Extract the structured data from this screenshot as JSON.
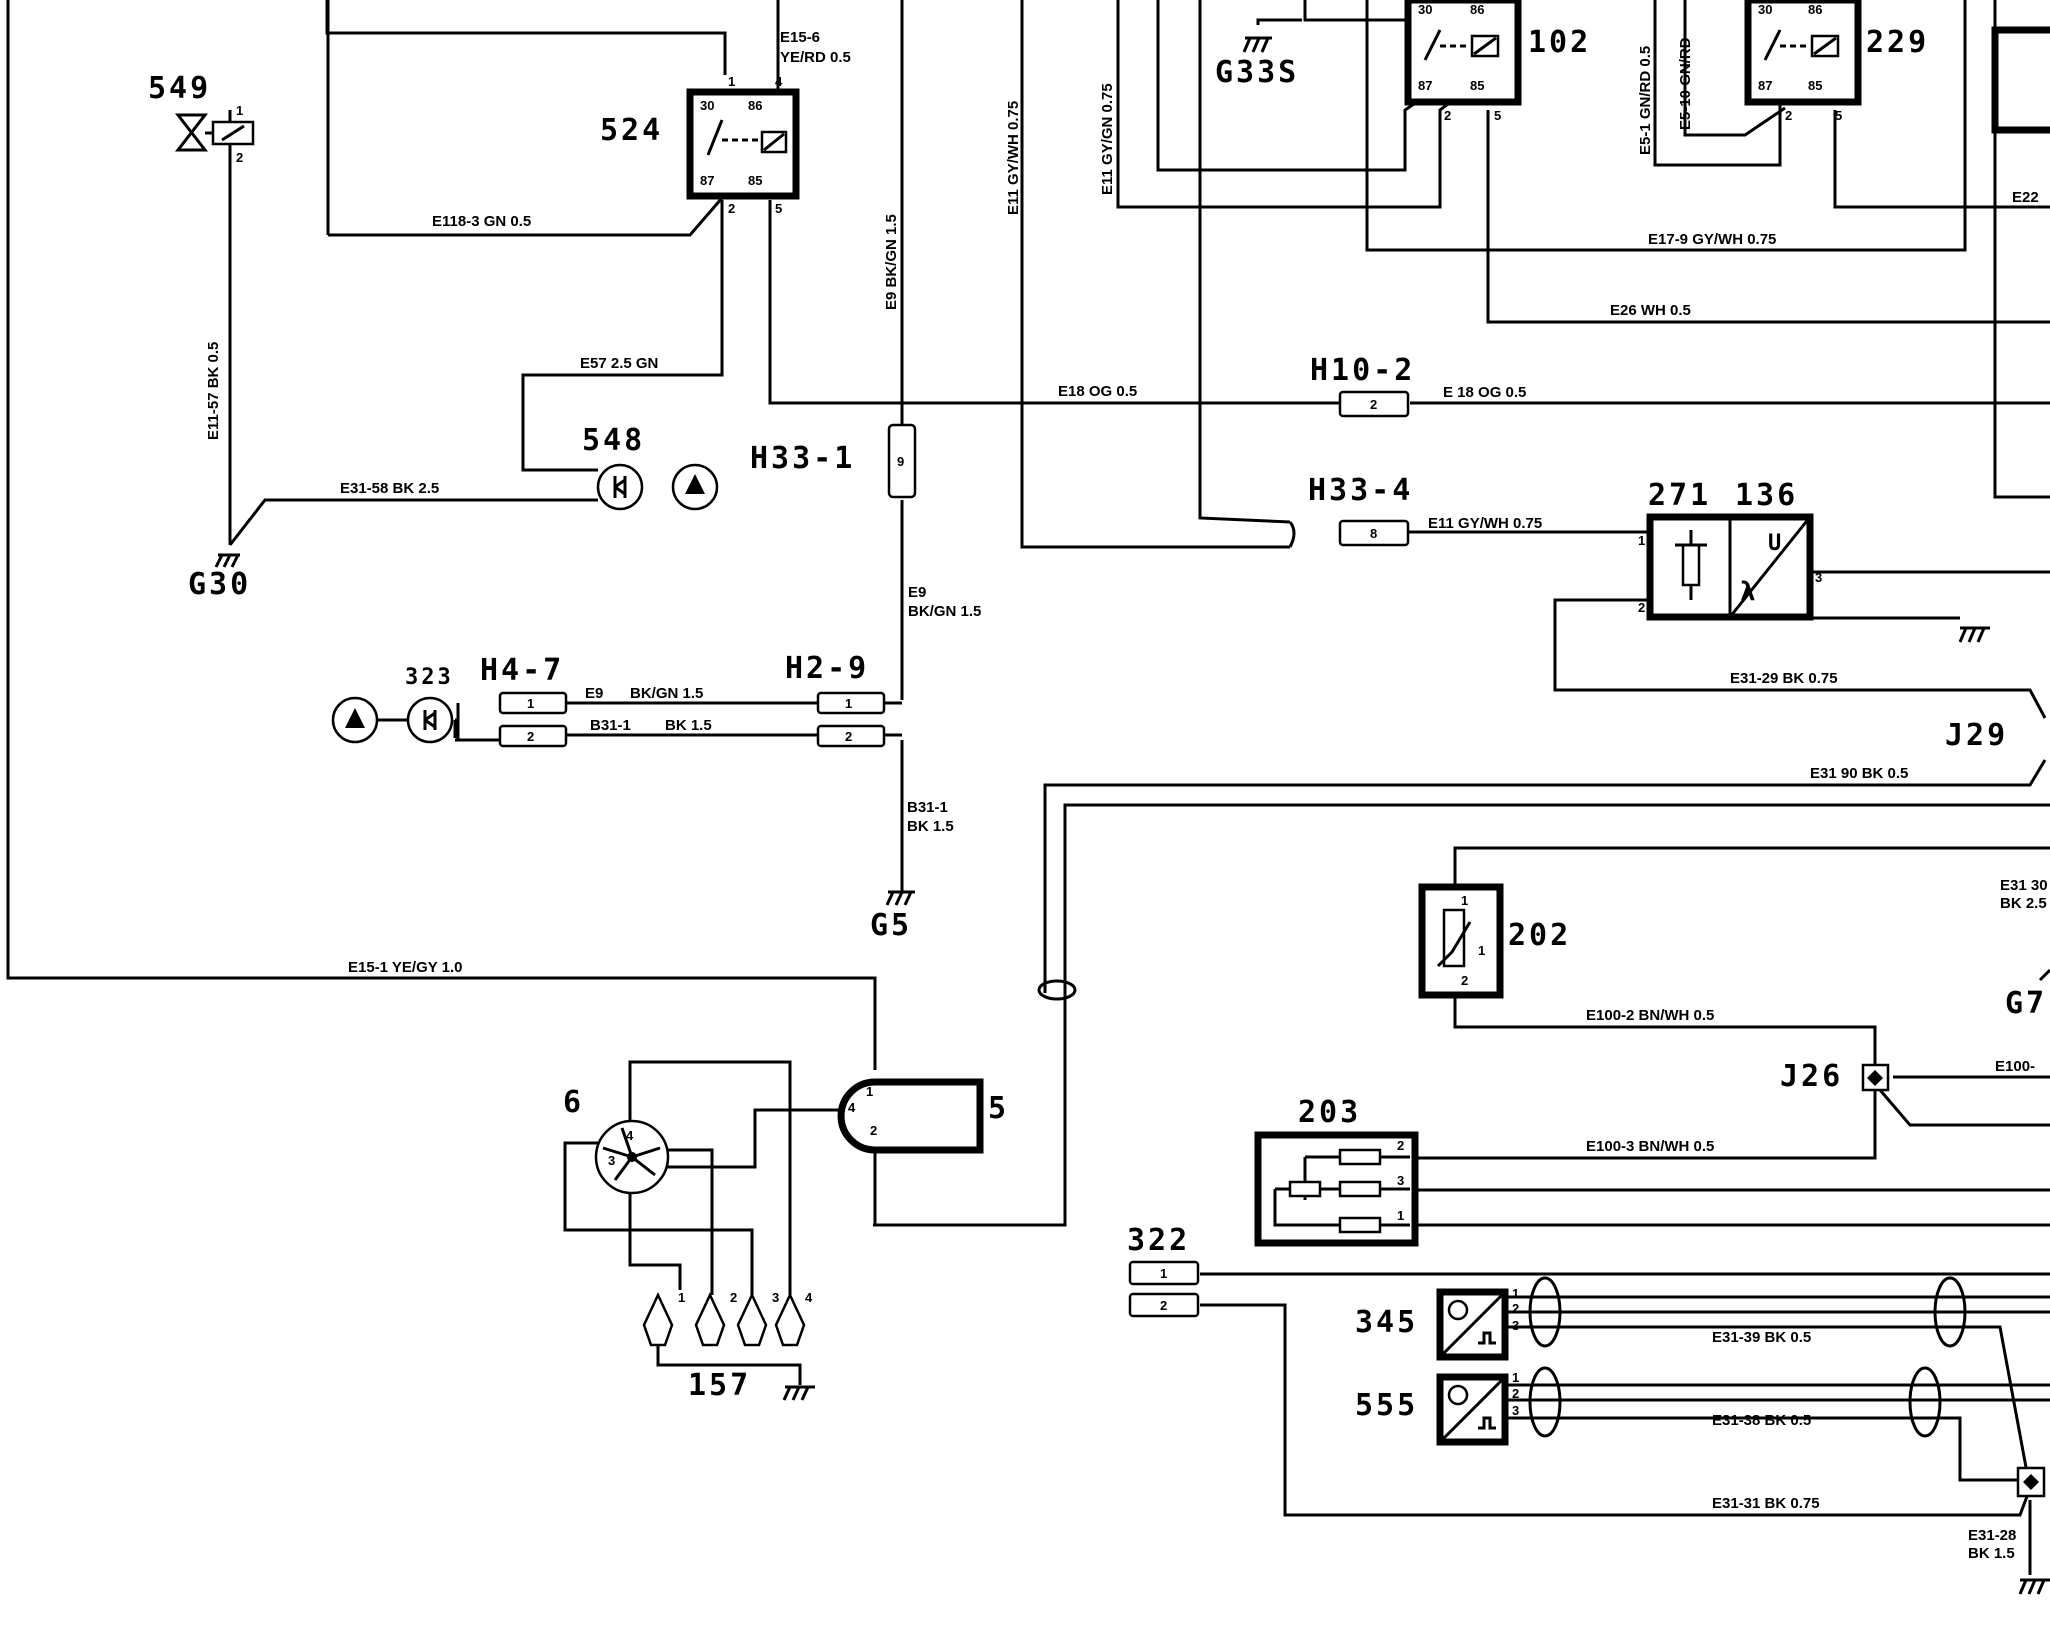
{
  "components": {
    "c549": "549",
    "c524": "524",
    "c548": "548",
    "c102": "102",
    "c229": "229",
    "c271": "271",
    "c136": "136",
    "c323": "323",
    "c202": "202",
    "c203": "203",
    "c6": "6",
    "c5": "5",
    "c157": "157",
    "c322": "322",
    "c345": "345",
    "c555": "555"
  },
  "connectors": {
    "h33_1": "H33-1",
    "h10_2": "H10-2",
    "h33_4": "H33-4",
    "h4_7": "H4-7",
    "h2_9": "H2-9",
    "j29": "J29",
    "j26": "J26"
  },
  "grounds": {
    "g30": "G30",
    "g5": "G5",
    "g33s": "G33S",
    "g7": "G7"
  },
  "wires": {
    "e15_6a": "E15-6",
    "e15_6b": "YE/RD 0.5",
    "e118_3": "E118-3 GN 0.5",
    "e57": "E57 2.5 GN",
    "e11_57": "E11-57 BK 0.5",
    "e31_58": "E31-58 BK 2.5",
    "e9_v": "E9 BK/GN 1.5",
    "e9_a": "E9",
    "e9_b": "BK/GN 1.5",
    "e9_h": "E9",
    "e9_h_b": "BK/GN 1.5",
    "b31_1_h": "B31-1",
    "b31_1_h_b": "BK 1.5",
    "b31_1_a": "B31-1",
    "b31_1_b": "BK 1.5",
    "e18_a": "E18 OG 0.5",
    "e18_b": "E 18 OG 0.5",
    "e11_gy_v": "E11 GY/WH 0.75",
    "e11_gn_v": "E11 GY/GN 0.75",
    "e11_h": "E11 GY/WH 0.75",
    "e5_1": "E5-1 GN/RD 0.5",
    "e5_10": "E5-10 GN/RD",
    "e17_9": "E17-9 GY/WH 0.75",
    "e26": "E26 WH 0.5",
    "e22": "E22",
    "e31_29": "E31-29 BK 0.75",
    "e31_90": "E31 90 BK 0.5",
    "e31_30a": "E31 30",
    "e31_30b": "BK 2.5",
    "e15_1": "E15-1 YE/GY 1.0",
    "e100_2": "E100-2 BN/WH 0.5",
    "e100_3": "E100-3 BN/WH 0.5",
    "e100_r": "E100-",
    "e31_39": "E31-39 BK 0.5",
    "e31_38": "E31-38 BK 0.5",
    "e31_31": "E31-31 BK 0.75",
    "e31_28a": "E31-28",
    "e31_28b": "BK 1.5"
  },
  "pins": {
    "p1": "1",
    "p2": "2",
    "p3": "3",
    "p4": "4",
    "p5": "5",
    "p30": "30",
    "p86": "86",
    "p87": "87",
    "p85": "85",
    "p9": "9",
    "p8": "8"
  },
  "symbols": {
    "u": "U",
    "lambda": "λ"
  }
}
